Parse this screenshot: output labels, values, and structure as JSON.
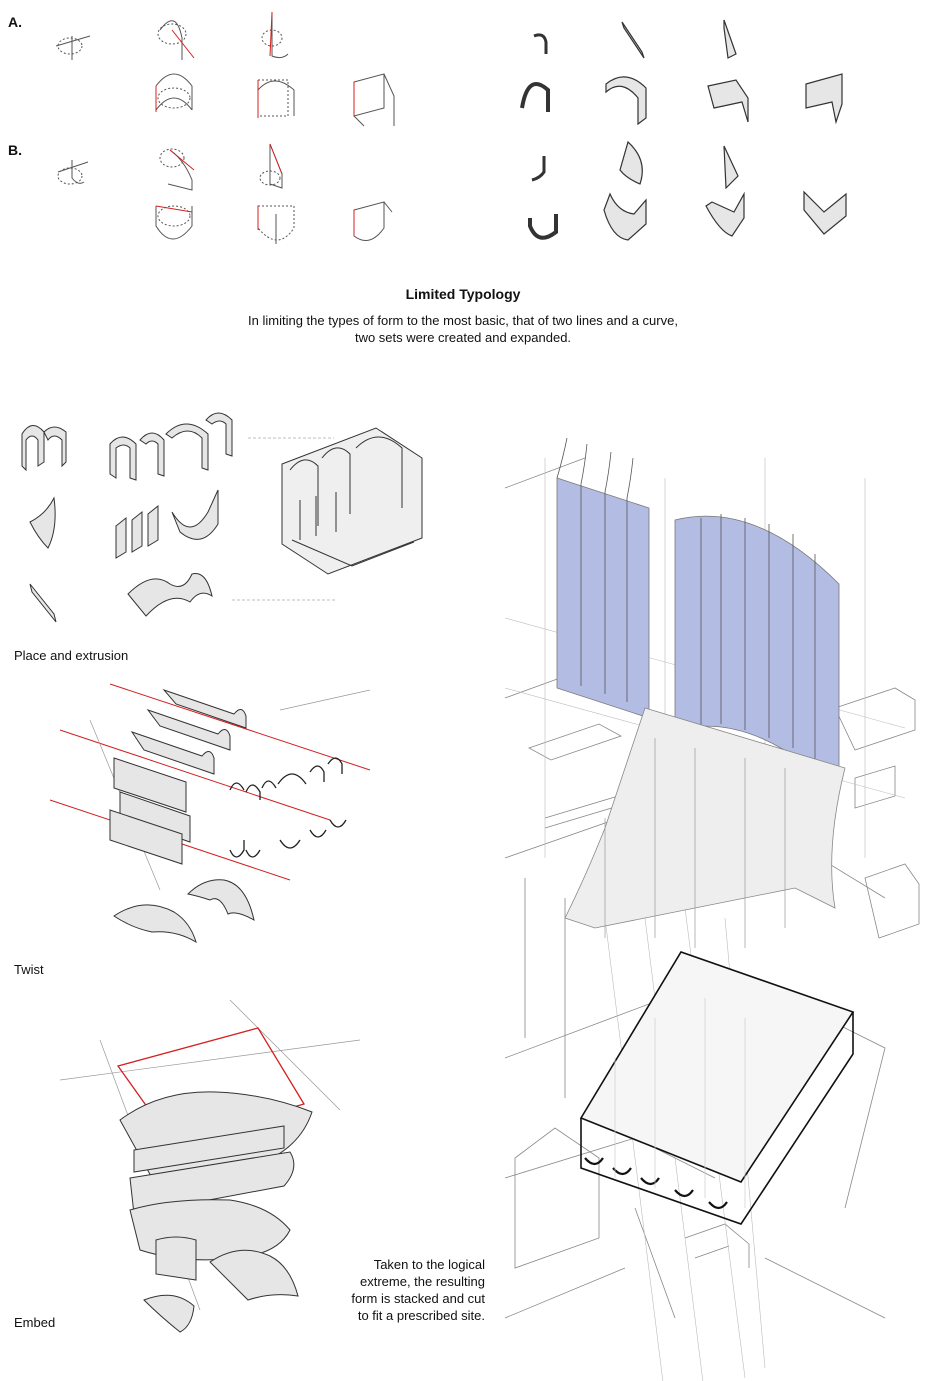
{
  "sets": [
    {
      "label": "A."
    },
    {
      "label": "B."
    }
  ],
  "caption": {
    "title": "Limited Typology",
    "text": "In limiting the types of form to the most basic, that of two lines and a curve, two sets were created and expanded."
  },
  "steps": [
    {
      "label": "Place and extrusion"
    },
    {
      "label": "Twist"
    },
    {
      "label": "Embed"
    }
  ],
  "note": "Taken to the logical extreme, the resulting form is stacked and cut to fit a prescribed site.",
  "colors": {
    "construction_line": "#d42020",
    "tower_fill": "#b3bde3",
    "surface_fill": "#e6e6e6",
    "stroke": "#333333"
  }
}
